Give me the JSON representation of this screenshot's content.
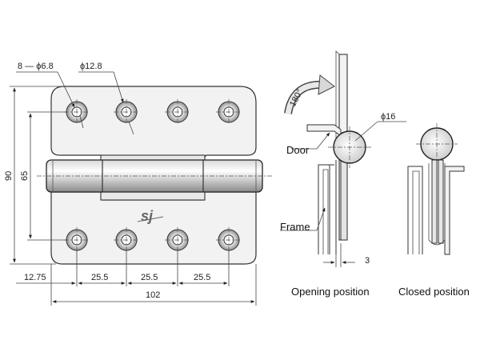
{
  "front_view": {
    "hole_label": "8 — ϕ6.8",
    "csk_label": "ϕ12.8",
    "dim_height_overall": "90",
    "dim_height_holes": "65",
    "dim_edge_offset": "12.75",
    "dim_pitch_1": "25.5",
    "dim_pitch_2": "25.5",
    "dim_pitch_3": "25.5",
    "dim_width": "102",
    "logo_text": "sj"
  },
  "side_view": {
    "rotation_label": "180°",
    "pin_diameter": "ϕ16",
    "door_label": "Door",
    "frame_label": "Frame",
    "offset_dim": "3",
    "caption_opening": "Opening position",
    "caption_closed": "Closed position"
  }
}
